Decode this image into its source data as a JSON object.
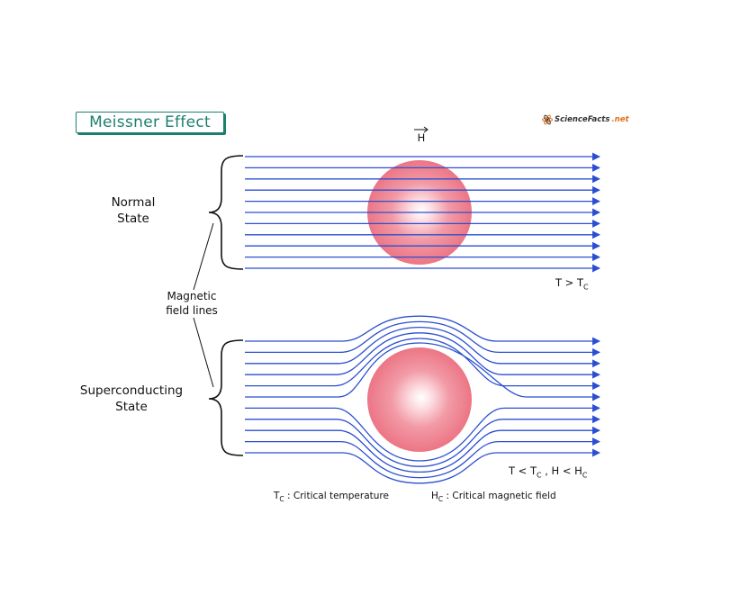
{
  "title": "Meissner Effect",
  "logo": {
    "text": "ScienceFacts",
    "suffix": ".net"
  },
  "field_symbol": "H",
  "normal_state": {
    "label_line1": "Normal",
    "label_line2": "State",
    "condition_left": "T > T",
    "condition_sub": "C"
  },
  "superconducting_state": {
    "label_line1": "Superconducting",
    "label_line2": "State",
    "condition_part1": "T < T",
    "condition_sub1": "C",
    "condition_part2": " ,  H < H",
    "condition_sub2": "C"
  },
  "field_lines_label": {
    "line1": "Magnetic",
    "line2": "field lines"
  },
  "legend": {
    "tc_symbol": "T",
    "tc_sub": "C",
    "tc_text": " : Critical temperature",
    "hc_symbol": "H",
    "hc_sub": "C",
    "hc_text": " : Critical magnetic field"
  },
  "colors": {
    "title": "#1d7f6e",
    "field_line": "#2b4fd1",
    "sphere_center": "#ffffff",
    "sphere_edge": "#ec7585",
    "bracket": "#111111"
  },
  "field_line_count": 11
}
